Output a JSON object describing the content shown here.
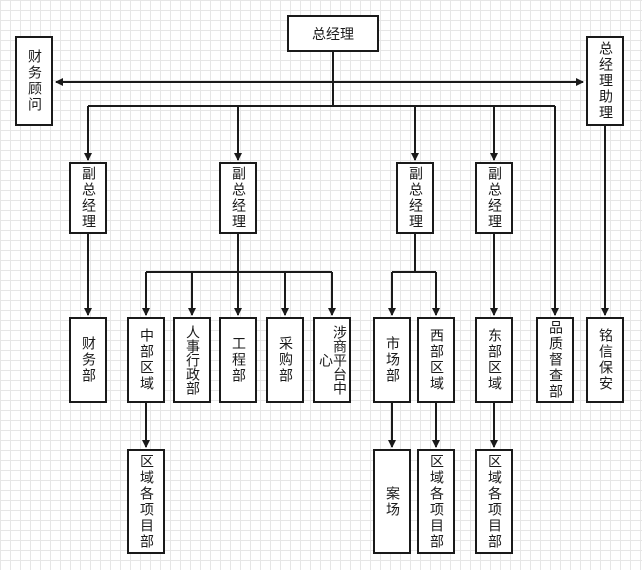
{
  "org_chart": {
    "gm": "总经理",
    "finance_advisor": "财务顾问",
    "gm_assistant": "总经理助理",
    "vp1": "副总经理",
    "vp2": "副总经理",
    "vp3": "副总经理",
    "vp4": "副总经理",
    "finance_dept": "财务部",
    "central_region": "中部区域",
    "hr_admin": "人事行政部",
    "engineering": "工程部",
    "procurement": "采购部",
    "business_platform": "涉商平台中心",
    "marketing": "市场部",
    "west_region": "西部区域",
    "east_region": "东部区域",
    "quality_inspection": "品质督查部",
    "security": "铭信保安",
    "central_projects": "区域各项目部",
    "sales_site": "案场",
    "west_projects": "区域各项目部",
    "east_projects": "区域各项目部"
  }
}
